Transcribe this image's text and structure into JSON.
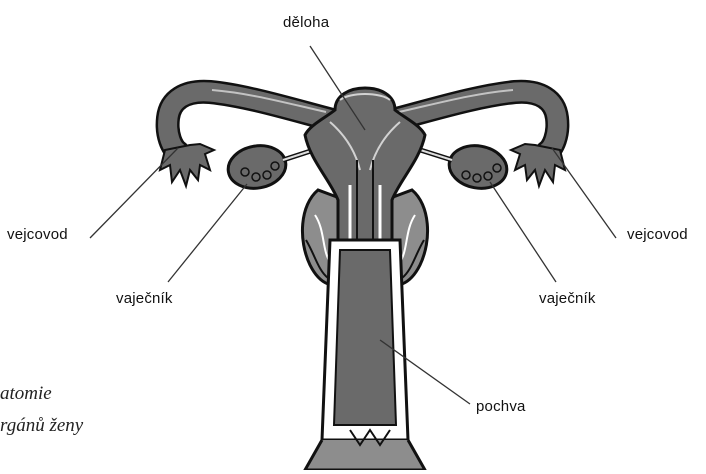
{
  "labels": {
    "uterus": "děloha",
    "tube_left": "vejcovod",
    "tube_right": "vejcovod",
    "ovary_left": "vaječník",
    "ovary_right": "vaječník",
    "vagina": "pochva"
  },
  "caption": {
    "line1": "atomie",
    "line2": "rgánů ženy"
  },
  "colors": {
    "organ_dark": "#6a6a6a",
    "organ_mid": "#8d8d8d",
    "outline": "#111111",
    "highlight": "#ffffff",
    "leader_line": "#333333"
  }
}
